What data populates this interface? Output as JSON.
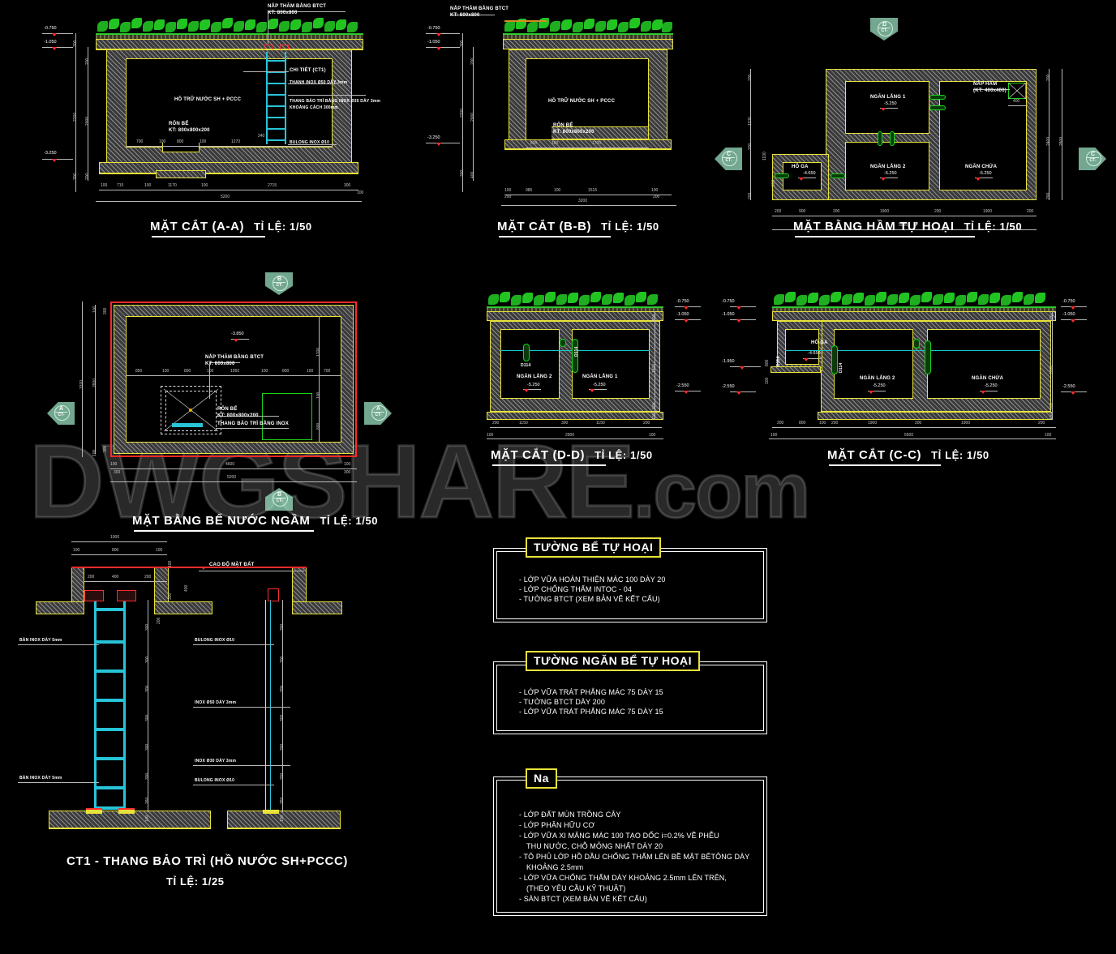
{
  "meta": {
    "watermark": "DWGSHARE",
    "watermark_suffix": ".com",
    "background_color": "#000000",
    "accent_yellow": "#e8e23a",
    "accent_red": "#ff2b2b",
    "accent_cyan": "#27c4d8",
    "accent_green": "#19d419",
    "dim_color": "#c8c8c8"
  },
  "drawings": [
    {
      "id": "section-aa",
      "title": "MẶT CẮT (A-A)",
      "scale": "TỈ LỆ: 1/50",
      "labels": [
        "NẮP THĂM BẰNG BTCT",
        "KT: 800x800",
        "CHI TIẾT (CT1)",
        "THANH INOX Ø50 DÀY 3mm",
        "THANG BẢO TRÌ BẰNG INOX Ø30 DÀY 3mm",
        "KHOẢNG CÁCH 300mm",
        "BULONG INOX Ø10",
        "HỒ TRỮ NƯỚC SH + PCCC",
        "RỐN BỂ",
        "KT: 800x800x200"
      ],
      "elevations": [
        "-0.750",
        "-1.050",
        "-3.250"
      ],
      "dims_inner": [
        "700",
        "100",
        "800",
        "100",
        "1270"
      ],
      "dims_bottom": [
        "100",
        "715",
        "100",
        "1170",
        "100",
        "2715",
        "300",
        "100"
      ],
      "dim_total": "5200",
      "dims_left": [
        "300",
        "200",
        "2200",
        "2000",
        "300",
        "200",
        "100"
      ],
      "dim_ladder": "240"
    },
    {
      "id": "section-bb",
      "title": "MẶT CẮT (B-B)",
      "scale": "TỈ LỆ: 1/50",
      "labels": [
        "NẮP THĂM BẰNG BTCT",
        "KT: 800x800",
        "HỒ TRỮ NƯỚC SH + PCCC",
        "RỐN BỂ",
        "KT: 800x800x200"
      ],
      "elevations": [
        "-0.750",
        "-1.050",
        "-3.250"
      ],
      "dims_inner": [
        "800",
        "100",
        "1700"
      ],
      "dims_bottom": [
        "100",
        "985",
        "100",
        "1515",
        "100"
      ],
      "dims_bottom2": [
        "200",
        "200"
      ],
      "dim_total": "3200",
      "dims_left": [
        "300",
        "200",
        "2200",
        "2000",
        "300",
        "400",
        "100"
      ]
    },
    {
      "id": "plan-septic",
      "title": "MẶT BẰNG HẦM TỰ HOẠI",
      "scale": "TỈ LỆ: 1/50",
      "rooms": [
        {
          "name": "NGĂN LẮNG 1",
          "elev": "-5.250"
        },
        {
          "name": "NGĂN LẮNG 2",
          "elev": "-5.250"
        },
        {
          "name": "NGĂN CHỨA",
          "elev": "-5.250"
        },
        {
          "name": "HỐ GA",
          "elev": "-4.650"
        }
      ],
      "labels": [
        "NẮP HẦM",
        "(KT: 400x400)"
      ],
      "dims_bottom": [
        "200",
        "900",
        "200",
        "1900",
        "200",
        "1900",
        "200"
      ],
      "dim_total": "5500",
      "dims_left": [
        "200",
        "1100",
        "200",
        "200",
        "1100",
        "800",
        "200"
      ],
      "dims_right": [
        "200",
        "2400",
        "200"
      ],
      "dim_total_right": "2800",
      "dim_hatch": "400",
      "markers": [
        "D",
        "C",
        "C"
      ]
    },
    {
      "id": "plan-water-tank",
      "title": "MẶT BẰNG BỂ NƯỚC NGẦM",
      "scale": "TỈ LỆ: 1/50",
      "labels": [
        "NẮP THĂM BẰNG BTCT",
        "KT: 800x800",
        "RỐN BỂ",
        "KT: 800x800x200",
        "THANG BẢO TRÌ BẰNG INOX"
      ],
      "elevations": [
        "-3.850"
      ],
      "dims_top": [
        "850",
        "100",
        "800",
        "100",
        "1050",
        "100",
        "800",
        "100",
        "700"
      ],
      "dims_right": [
        "1700",
        "100",
        "800"
      ],
      "dims_left": [
        "100",
        "300",
        "3320",
        "2800",
        "300",
        "100"
      ],
      "dims_bottom": [
        "100",
        "4600",
        "100"
      ],
      "dims_bottom2": [
        "300",
        "300"
      ],
      "dim_total": "5200",
      "markers": [
        "A",
        "A",
        "B",
        "B"
      ]
    },
    {
      "id": "section-dd",
      "title": "MẶT CẮT (D-D)",
      "scale": "TỈ LỆ: 1/50",
      "rooms": [
        {
          "name": "NGĂN LẮNG 2",
          "elev": "-5.250"
        },
        {
          "name": "NGĂN LẮNG 1",
          "elev": "-5.250"
        }
      ],
      "elevations": [
        "-0.750",
        "-1.050",
        "-2.550"
      ],
      "pipe_labels": [
        "D114",
        "D114"
      ],
      "dims_bottom": [
        "200",
        "1150",
        "300",
        "1150",
        "200"
      ],
      "dims_bottom2": [
        "100",
        "2900",
        "100"
      ],
      "dims_right": [
        "200",
        "1800",
        "800",
        "100"
      ]
    },
    {
      "id": "section-cc",
      "title": "MẶT CẮT (C-C)",
      "scale": "TỈ LỆ: 1/50",
      "rooms": [
        {
          "name": "HỐ GA",
          "elev": "-4.650"
        },
        {
          "name": "NGĂN LẮNG 2",
          "elev": "-5.250"
        },
        {
          "name": "NGĂN CHỨA",
          "elev": "-5.250"
        }
      ],
      "elevations": [
        "-0.750",
        "-1.050",
        "-1.950",
        "-2.550"
      ],
      "pipe_labels": [
        "D114",
        "D114",
        "D114"
      ],
      "dims_bottom": [
        "200",
        "800",
        "100",
        "200",
        "1900",
        "200",
        "1900",
        "200"
      ],
      "dims_bottom2": [
        "100",
        "5500",
        "100"
      ],
      "dims_right": [
        "200",
        "1800",
        "800",
        "100"
      ],
      "dims_left": [
        "800",
        "100"
      ]
    },
    {
      "id": "detail-ct1",
      "title": "CT1 - THANG BẢO TRÌ (HỒ NƯỚC SH+PCCC)",
      "scale": "TỈ LỆ: 1/25",
      "labels": [
        "CAO ĐỘ MẶT ĐẤT",
        "BẢN INOX DÀY 5mm",
        "BULONG INOX Ø10",
        "INOX Ø50 DÀY 3mm",
        "INOX Ø30 DÀY 3mm",
        "BẢN INOX DÀY 5mm",
        "BULONG INOX Ø10"
      ],
      "dims_top": [
        "1000",
        "100",
        "800",
        "100"
      ],
      "dims_mid": [
        "200",
        "400",
        "200"
      ],
      "dims_rungs": [
        "300",
        "300",
        "300",
        "300",
        "300",
        "300",
        "260",
        "100"
      ],
      "dims_side": [
        "100",
        "300",
        "400",
        "200"
      ]
    }
  ],
  "notes": [
    {
      "header": "TƯỜNG BỂ TỰ HOẠI",
      "items": [
        "- LỚP VỮA HOÀN THIỆN MÁC 100 DÀY 20",
        "- LỚP CHỐNG THẤM INTOC - 04",
        "- TƯỜNG BTCT (XEM BẢN VẼ KẾT CẤU)"
      ]
    },
    {
      "header": "TƯỜNG NGĂN BỂ TỰ HOẠI",
      "items": [
        "- LỚP VỮA TRÁT PHẲNG MÁC 75 DÀY 15",
        "- TƯỜNG BTCT DÀY 200",
        "- LỚP VỮA TRÁT PHẲNG MÁC 75 DÀY 15"
      ]
    },
    {
      "header": "Na",
      "items": [
        "- LỚP ĐẤT MÙN TRỒNG CÂY",
        "- LỚP PHÂN HỮU CƠ",
        "- LỚP VỮA XI MĂNG MÁC 100 TẠO DỐC i=0.2% VỀ PHỄU",
        "THU NƯỚC, CHỖ MỎNG NHẤT DÀY 20",
        "- TÔ PHỦ LỚP HỒ DẦU CHỐNG THẤM LÊN BỀ MẶT BÊTÔNG DÀY",
        "KHOẢNG 2.5mm",
        "- LỚP VỮA CHỐNG THẤM DÀY KHOẢNG 2.5mm LÊN TRÊN,",
        "(THEO YÊU CẦU KỸ THUẬT)",
        "- SÀN BTCT (XEM BẢN VẼ KẾT CẤU)"
      ]
    }
  ]
}
